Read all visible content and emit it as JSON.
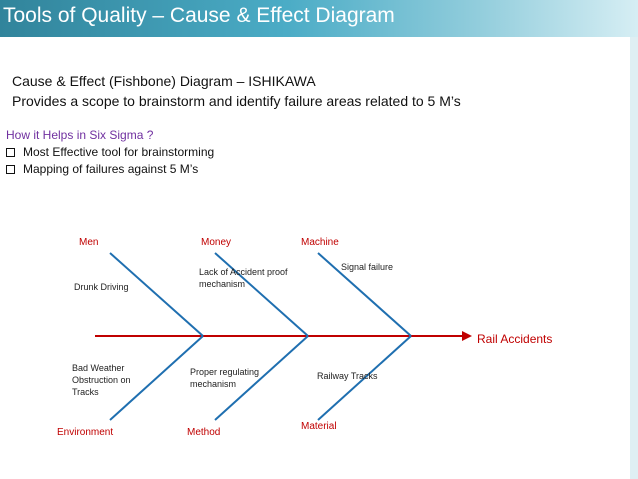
{
  "slide": {
    "title": "Tools of Quality – Cause & Effect Diagram",
    "subtitle_line1": "Cause & Effect (Fishbone) Diagram – ISHIKAWA",
    "subtitle_line2": "Provides a scope to brainstorm and identify failure areas related to 5 M’s",
    "how_heading": "How it Helps in Six Sigma ?",
    "bullets": [
      "Most Effective tool for brainstorming",
      "Mapping of failures against 5 M’s"
    ]
  },
  "diagram": {
    "effect": "Rail Accidents",
    "categories": {
      "men": "Men",
      "money": "Money",
      "machine": "Machine",
      "environment": "Environment",
      "method": "Method",
      "material": "Material"
    },
    "causes": {
      "men": "Drunk Driving",
      "money": "Lack of Accident proof mechanism",
      "machine": "Signal failure",
      "environment": "Bad Weather Obstruction on Tracks",
      "method": "Proper regulating mechanism",
      "material": "Railway Tracks"
    },
    "colors": {
      "spine": "#c00000",
      "bones": "#1f6fb0",
      "labels": "#c00000",
      "header": "#4bacc6"
    }
  }
}
